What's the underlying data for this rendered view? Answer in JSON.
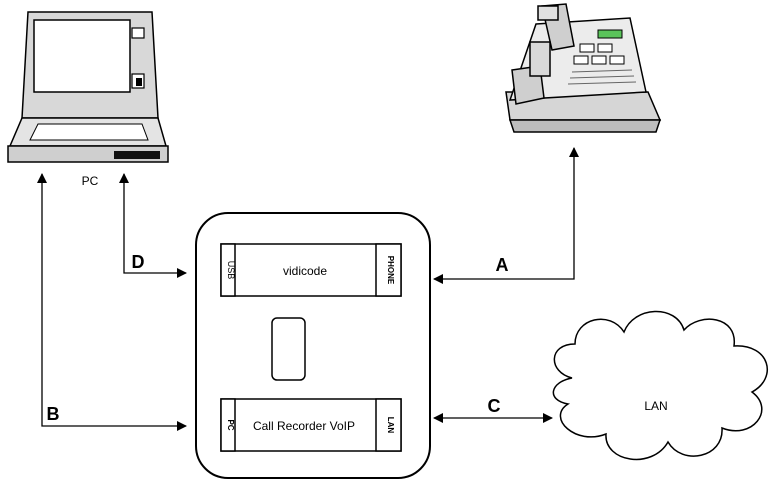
{
  "pc": {
    "label": "PC"
  },
  "phone": {},
  "device": {
    "top_module": {
      "left_port": "USB",
      "name": "vidicode",
      "right_port": "PHONE"
    },
    "bottom_module": {
      "left_port": "PC",
      "name": "Call Recorder VoIP",
      "right_port": "LAN"
    }
  },
  "lan": {
    "label": "LAN"
  },
  "connections": {
    "a": "A",
    "b": "B",
    "c": "C",
    "d": "D"
  },
  "colors": {
    "line": "#000000",
    "screen_green": "#5ac35a",
    "device_fill": "#ffffff"
  }
}
